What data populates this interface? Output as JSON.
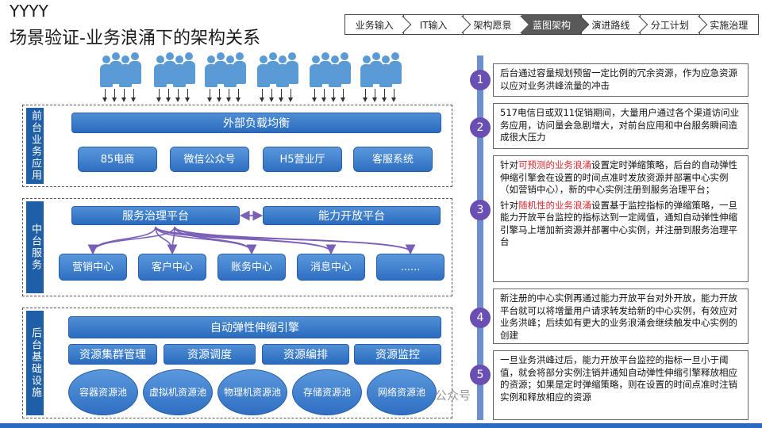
{
  "header": {
    "title_line1": "YYYY",
    "title_line2": "场景验证-业务浪涌下的架构关系"
  },
  "breadcrumb": [
    {
      "label": "业务输入",
      "active": false
    },
    {
      "label": "IT输入",
      "active": false
    },
    {
      "label": "架构愿景",
      "active": false
    },
    {
      "label": "蓝图架构",
      "active": true
    },
    {
      "label": "演进路线",
      "active": false
    },
    {
      "label": "分工计划",
      "active": false
    },
    {
      "label": "实施治理",
      "active": false
    }
  ],
  "front": {
    "label": "前台业务应用",
    "lb": "外部负载均衡",
    "apps": [
      "85电商",
      "微信公众号",
      "H5营业厅",
      "客服系统"
    ]
  },
  "middle": {
    "label": "中台服务",
    "gov": "服务治理平台",
    "open": "能力开放平台",
    "centers": [
      "营销中心",
      "客户中心",
      "账务中心",
      "消息中心",
      "......"
    ]
  },
  "back": {
    "label": "后台基础设施",
    "engine": "自动弹性伸缩引擎",
    "resources": [
      "资源集群管理",
      "资源调度",
      "资源编排",
      "资源监控"
    ],
    "pools": [
      "容器资源池",
      "虚拟机资源池",
      "物理机资源池",
      "存储资源池",
      "网络资源池"
    ]
  },
  "steps": [
    "1",
    "2",
    "3",
    "4",
    "5"
  ],
  "notes": {
    "n1": "后台通过容量规划预留一定比例的冗余资源，作为应急资源以应对业务洪峰流量的冲击",
    "n2": "517电信日或双11促销期间，大量用户通过各个渠道访问业务应用，访问量会急剧增大，对前台应用和中台服务瞬间造成很大压力",
    "n3a_pre": "针对",
    "n3a_red": "可预测的业务浪涌",
    "n3a_post": "设置定时弹缩策略，后台的自动弹性伸缩引擎会在设置的时间点准时发放资源并部署中心实例（如营销中心），新的中心实例注册到服务治理平台；",
    "n3b_pre": "针对",
    "n3b_red": "随机性的业务浪涌",
    "n3b_post": "设置基于监控指标的弹缩策略，一旦能力开放平台监控的指标达到一定阈值，通知自动弹性伸缩引擎马上增加新资源并部署中心实例，并注册到服务治理平台",
    "n4": "新注册的中心实例再通过能力开放平台对外开放，能力开放平台就可以将增量用户请求转发给新的中心实例，有效应对业务洪峰；后续如有更大的业务浪涌会继续触发中心实例的创建",
    "n5": "一旦业务洪峰过后，能力开放平台监控的指标一旦小于阈值，就会将部分实例注销并通知自动弹性伸缩引擎释放相应的资源；如果是定时弹缩策略，则在设置的时间点准时注销实例和释放相应的资源"
  },
  "watermark": "公众号"
}
